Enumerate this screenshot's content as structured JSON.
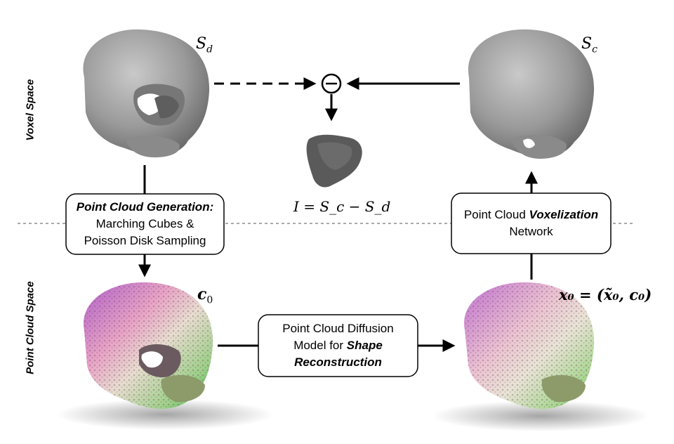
{
  "labels": {
    "voxel_space": "Voxel Space",
    "point_cloud_space": "Point Cloud Space",
    "s_d_main": "S",
    "s_d_sub": "d",
    "s_c_main": "S",
    "s_c_sub": "c",
    "c0_main": "c",
    "c0_sub": "0",
    "minus_symbol": "⊖",
    "implant_eq": "I = S_c − S_d",
    "x0_eq": "x₀ = (x̃₀, c₀)"
  },
  "boxes": {
    "generation": {
      "title": "Point Cloud Generation:",
      "line1": "Marching Cubes &",
      "line2": "Poisson Disk Sampling"
    },
    "voxelization": {
      "line1_prefix": "Point Cloud ",
      "line1_em": "Voxelization",
      "line2": "Network"
    },
    "diffusion": {
      "line1": "Point Cloud Diffusion",
      "line2_prefix": "Model for ",
      "line2_em": "Shape",
      "line3_em": "Reconstruction"
    }
  }
}
